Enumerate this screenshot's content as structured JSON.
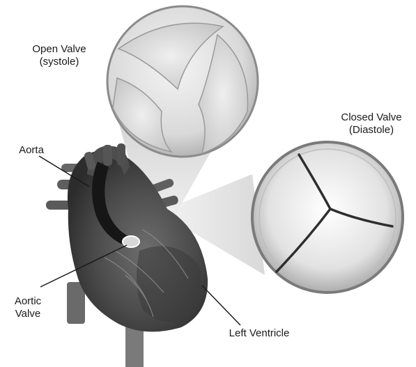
{
  "labels": {
    "open_valve_line1": "Open Valve",
    "open_valve_line2": "(systole)",
    "closed_valve_line1": "Closed Valve",
    "closed_valve_line2": "(Diastole)",
    "aorta": "Aorta",
    "aortic_valve_line1": "Aortic",
    "aortic_valve_line2": "Valve",
    "left_ventricle": "Left Ventricle"
  },
  "colors": {
    "heart_dark": "#3c3c3c",
    "heart_mid": "#6a6a6a",
    "vessel": "#555555",
    "valve_rim": "#8a8a8a",
    "valve_face": "#e6e6e6",
    "beam": "#d8d8d8",
    "leader": "#1a1a1a"
  }
}
